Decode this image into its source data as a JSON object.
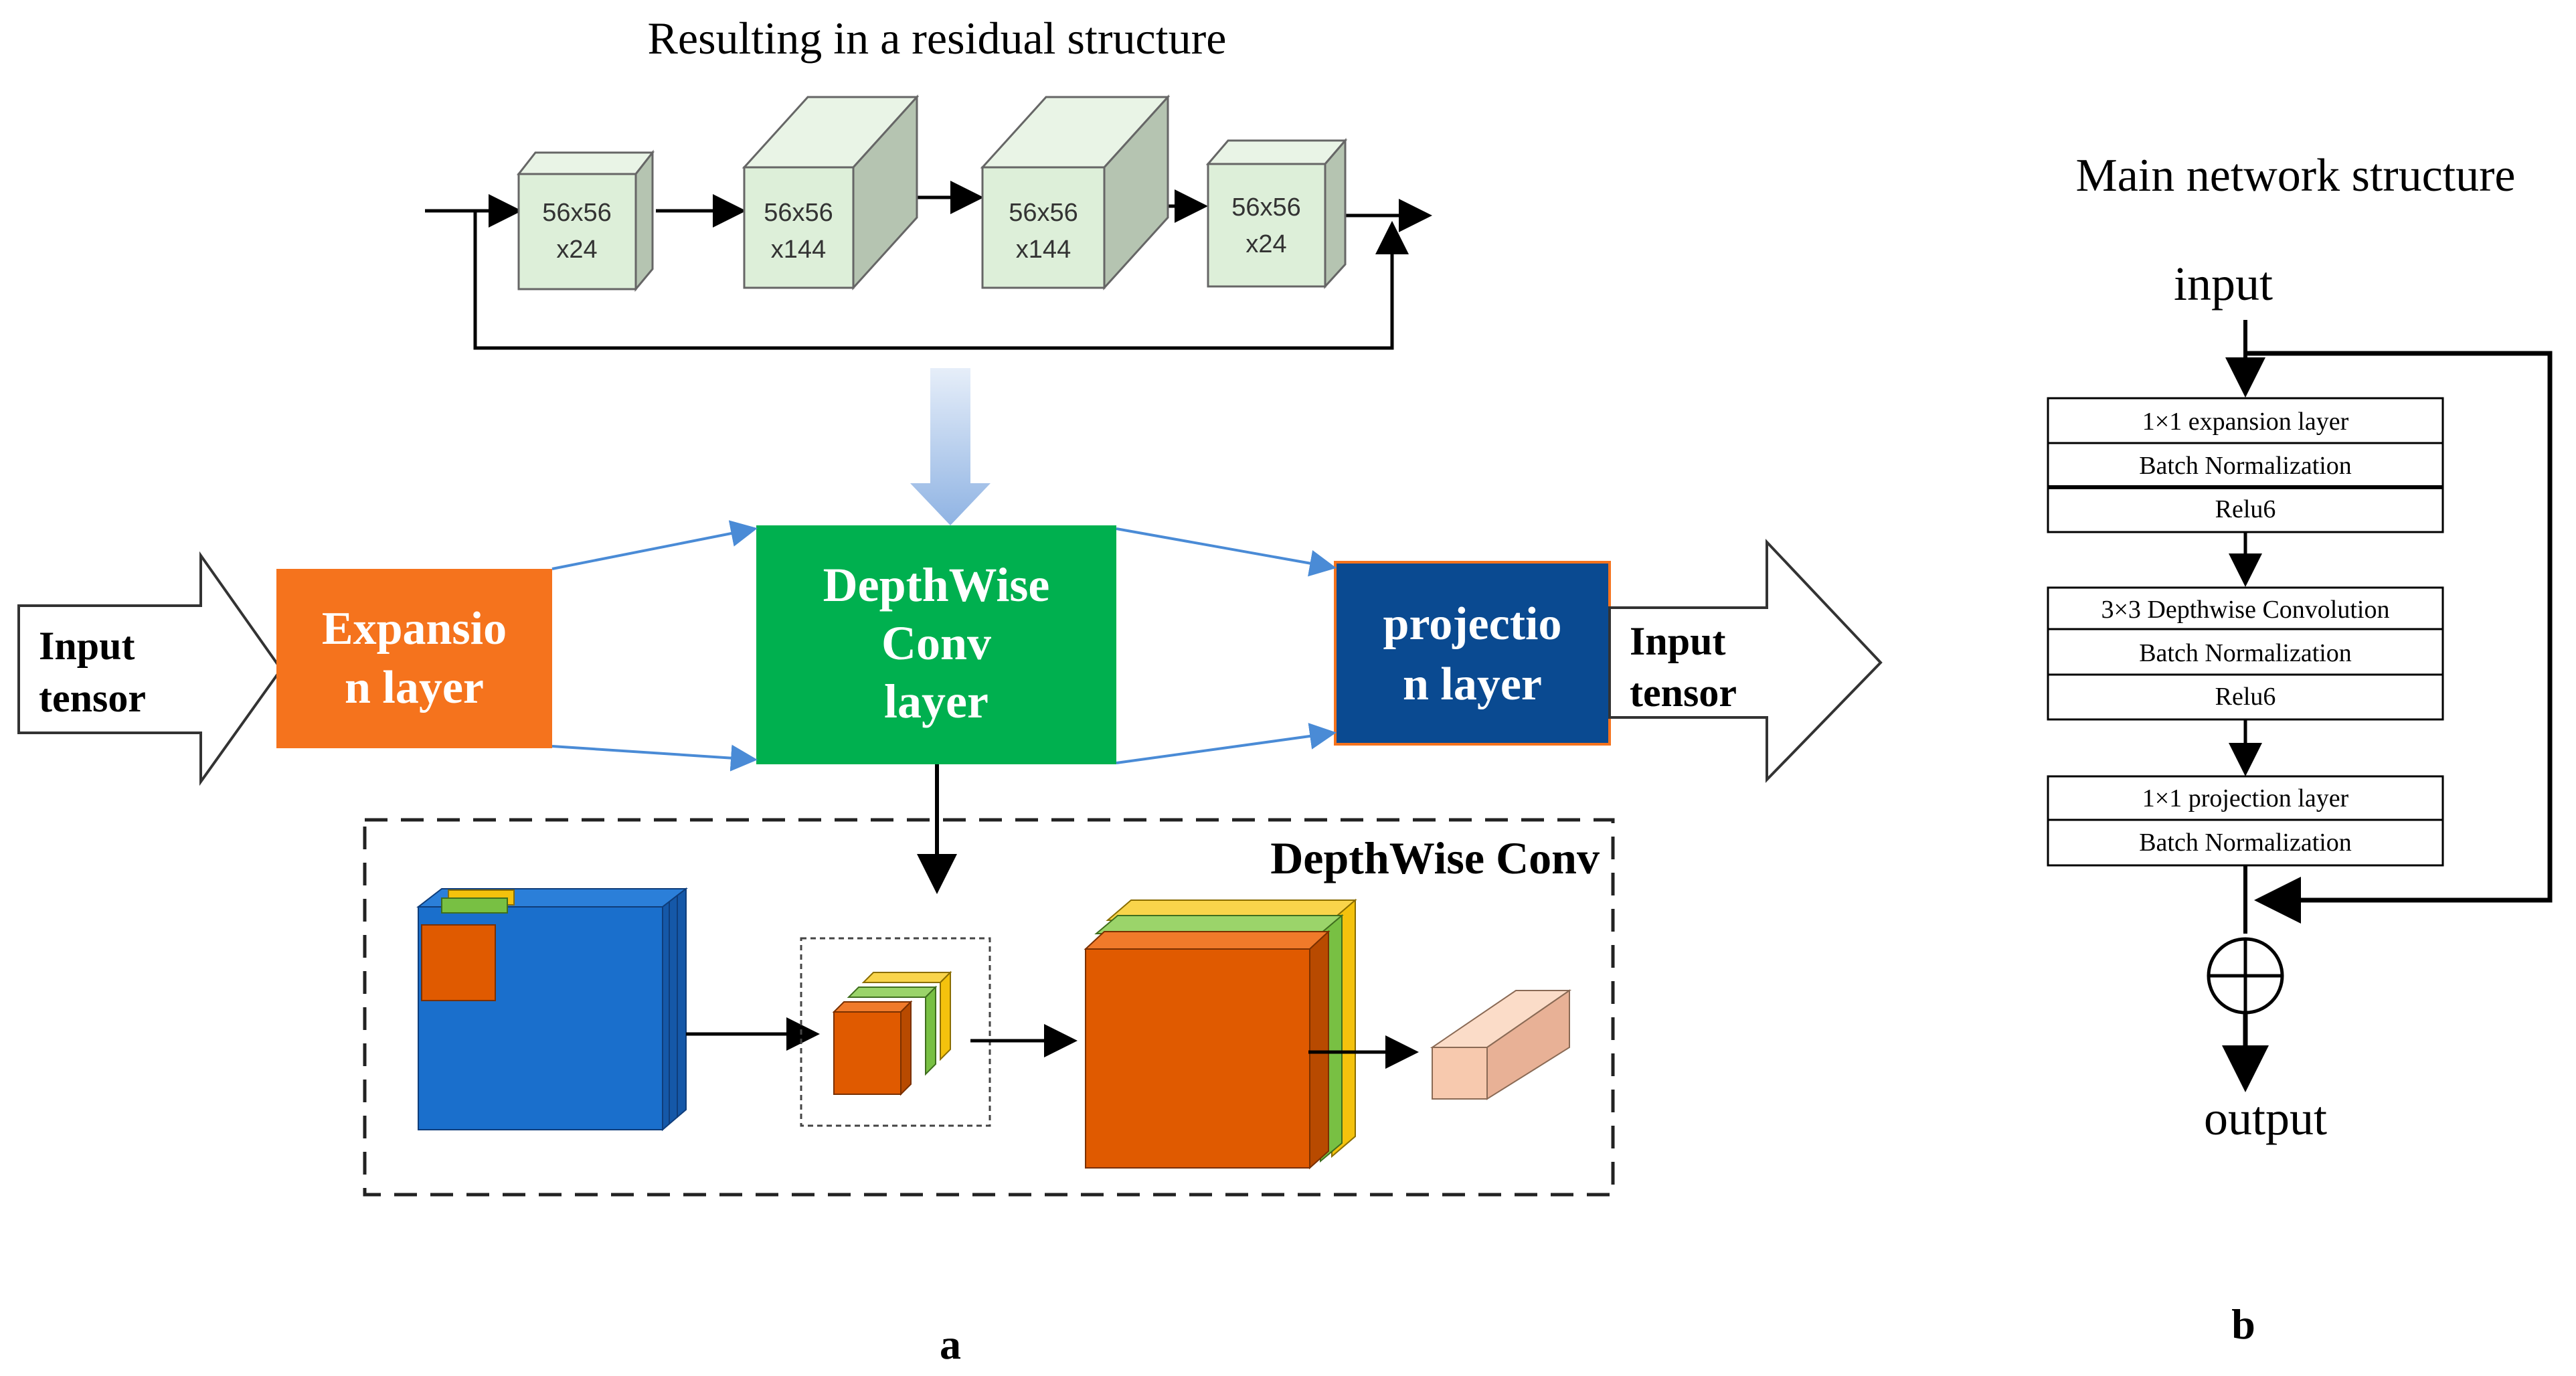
{
  "panel_a": {
    "residual_title": "Resulting in a residual structure",
    "tensors": [
      {
        "line1": "56x56",
        "line2": "x24"
      },
      {
        "line1": "56x56",
        "line2": "x144"
      },
      {
        "line1": "56x56",
        "line2": "x144"
      },
      {
        "line1": "56x56",
        "line2": "x24"
      }
    ],
    "input_arrow": {
      "line1": "Input",
      "line2": "tensor"
    },
    "expansion": {
      "line1": "Expansio",
      "line2": "n layer",
      "color": "#F5731D"
    },
    "depthwise": {
      "line1": "DepthWise",
      "line2": "Conv",
      "line3": "layer",
      "color": "#00B04F"
    },
    "projection": {
      "line1": "projectio",
      "line2": "n layer",
      "color": "#0A4A91"
    },
    "output_arrow": {
      "line1": "Input",
      "line2": "tensor"
    },
    "depthwise_detail_title": "DepthWise Conv",
    "label": "a"
  },
  "panel_b": {
    "title": "Main network structure",
    "input_label": "input",
    "group1": [
      "1×1 expansion layer",
      "Batch Normalization",
      "Relu6"
    ],
    "group2": [
      "3×3 Depthwise Convolution",
      "Batch Normalization",
      "Relu6"
    ],
    "group3": [
      "1×1 projection layer",
      "Batch Normalization"
    ],
    "output_label": "output",
    "label": "b"
  },
  "colors": {
    "tensor_front": "#DDEFD9",
    "tensor_side": "#B5C4B1",
    "blue_flow": "#4A8BD6",
    "feature_blue": "#1A6FCC",
    "feature_orange": "#E05A00",
    "feature_green": "#78C043",
    "feature_yellow": "#F4C20D",
    "output_peach": "#F7C9AE"
  }
}
